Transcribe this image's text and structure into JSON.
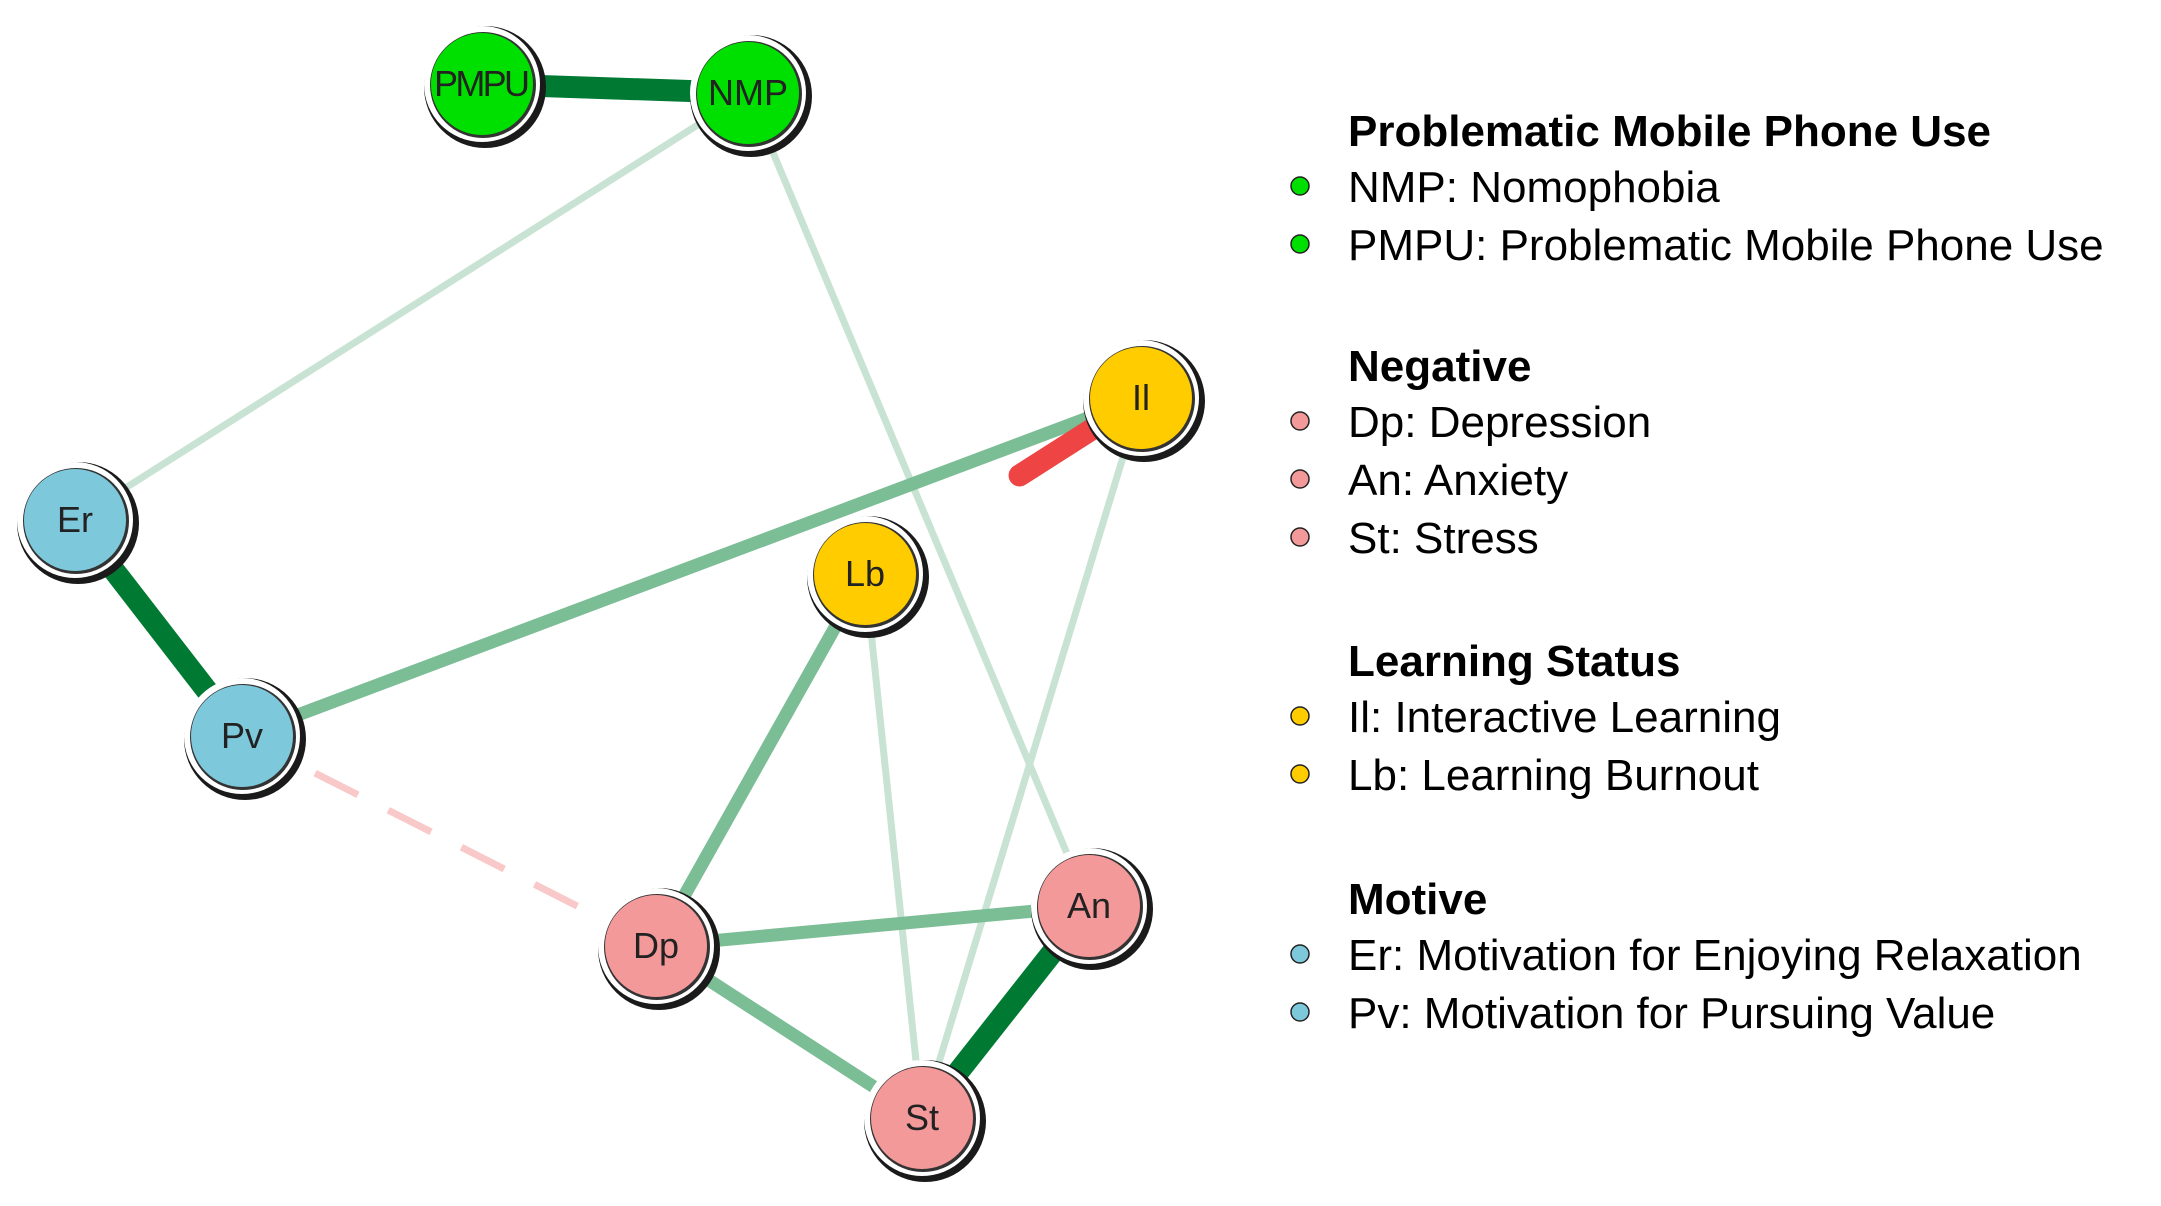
{
  "colors": {
    "phone": "#00e000",
    "negative": "#f4999a",
    "learning": "#ffcc00",
    "motive": "#7ec8dc",
    "edge_pos_strong": "#007a33",
    "edge_pos_medium": "#7bbd95",
    "edge_pos_weak": "#c8e3d3",
    "edge_neg_strong": "#ee4444",
    "edge_neg_weak": "#f9c8c8"
  },
  "nodes": [
    {
      "id": "PMPU",
      "label": "PMPU",
      "group": "phone"
    },
    {
      "id": "NMP",
      "label": "NMP",
      "group": "phone"
    },
    {
      "id": "Il",
      "label": "Il",
      "group": "learning"
    },
    {
      "id": "Lb",
      "label": "Lb",
      "group": "learning"
    },
    {
      "id": "Er",
      "label": "Er",
      "group": "motive"
    },
    {
      "id": "Pv",
      "label": "Pv",
      "group": "motive"
    },
    {
      "id": "Dp",
      "label": "Dp",
      "group": "negative"
    },
    {
      "id": "An",
      "label": "An",
      "group": "negative"
    },
    {
      "id": "St",
      "label": "St",
      "group": "negative"
    }
  ],
  "edges": [
    {
      "from": "PMPU",
      "to": "NMP",
      "sign": "positive",
      "strength": "strong"
    },
    {
      "from": "Er",
      "to": "Pv",
      "sign": "positive",
      "strength": "strong"
    },
    {
      "from": "An",
      "to": "St",
      "sign": "positive",
      "strength": "strong"
    },
    {
      "from": "NMP",
      "to": "Er",
      "sign": "positive",
      "strength": "weak"
    },
    {
      "from": "NMP",
      "to": "An",
      "sign": "positive",
      "strength": "weak"
    },
    {
      "from": "Il",
      "to": "St",
      "sign": "positive",
      "strength": "weak"
    },
    {
      "from": "Lb",
      "to": "St",
      "sign": "positive",
      "strength": "weak"
    },
    {
      "from": "Pv",
      "to": "Il",
      "sign": "positive",
      "strength": "medium"
    },
    {
      "from": "Lb",
      "to": "Dp",
      "sign": "positive",
      "strength": "medium"
    },
    {
      "from": "Dp",
      "to": "An",
      "sign": "positive",
      "strength": "medium"
    },
    {
      "from": "Dp",
      "to": "St",
      "sign": "positive",
      "strength": "medium"
    },
    {
      "from": "Il",
      "to": "Lb",
      "sign": "negative",
      "strength": "strong"
    },
    {
      "from": "Pv",
      "to": "Dp",
      "sign": "negative",
      "strength": "weak"
    }
  ],
  "legend": [
    {
      "title": "Problematic Mobile Phone Use",
      "group": "phone",
      "items": [
        "NMP: Nomophobia",
        "PMPU: Problematic Mobile Phone Use"
      ]
    },
    {
      "title": "Negative",
      "group": "negative",
      "items": [
        "Dp: Depression",
        "An: Anxiety",
        "St: Stress"
      ]
    },
    {
      "title": "Learning Status",
      "group": "learning",
      "items": [
        "Il: Interactive Learning",
        "Lb: Learning Burnout"
      ]
    },
    {
      "title": "Motive",
      "group": "motive",
      "items": [
        "Er: Motivation for Enjoying Relaxation",
        "Pv: Motivation for Pursuing Value"
      ]
    }
  ]
}
